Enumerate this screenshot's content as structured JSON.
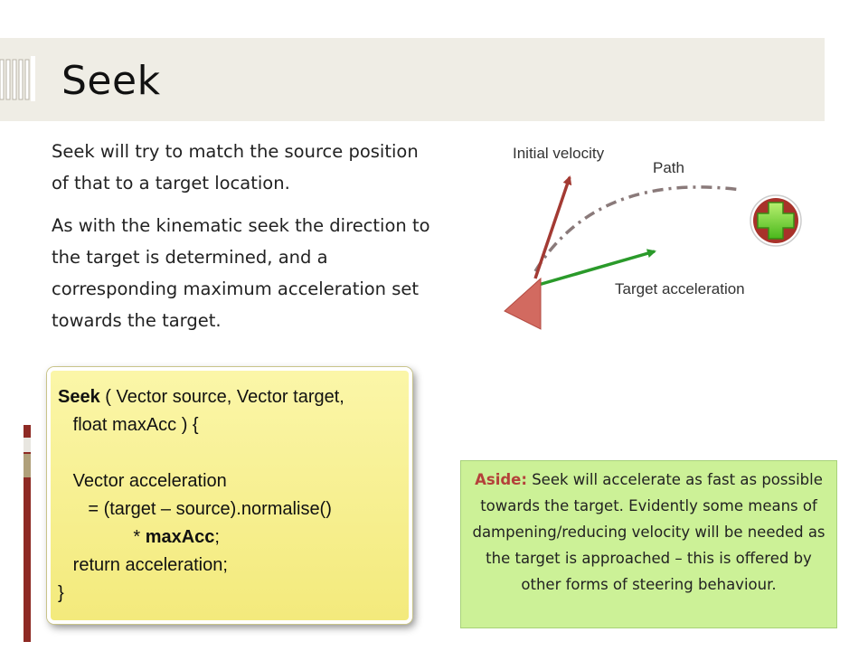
{
  "slide": {
    "title": "Seek"
  },
  "body": {
    "paragraphs": [
      "Seek will try to match the source position of that to a target location.",
      "As with the kinematic seek the direction to the target is determined, and a corresponding maximum acceleration set towards the target."
    ]
  },
  "code": {
    "line1_keyword": "Seek",
    "line1_rest": " ( Vector source, Vector target,",
    "line2": "   float maxAcc ) {",
    "line3": " ",
    "line4": "   Vector acceleration",
    "line5": "      = (target – source).normalise()",
    "line6_prefix": "               * ",
    "line6_bold": "maxAcc",
    "line6_suffix": ";",
    "line7": "   return acceleration;",
    "line8": "}"
  },
  "diagram": {
    "initial_velocity_label": "Initial velocity",
    "path_label": "Path",
    "target_acceleration_label": "Target acceleration",
    "colors": {
      "velocity": "#a33a33",
      "acceleration": "#2a9a2a",
      "path": "#8a7a7a",
      "source": "#d26a60",
      "target": "#6bd42a"
    }
  },
  "aside": {
    "label": "Aside:",
    "text": " Seek will accelerate as fast as possible towards the target. Evidently some means of dampening/reducing velocity will be needed as the target is approached – this is offered by other forms of steering behaviour."
  },
  "theme": {
    "accent": "#8e2a24",
    "title_band": "#efede5"
  }
}
